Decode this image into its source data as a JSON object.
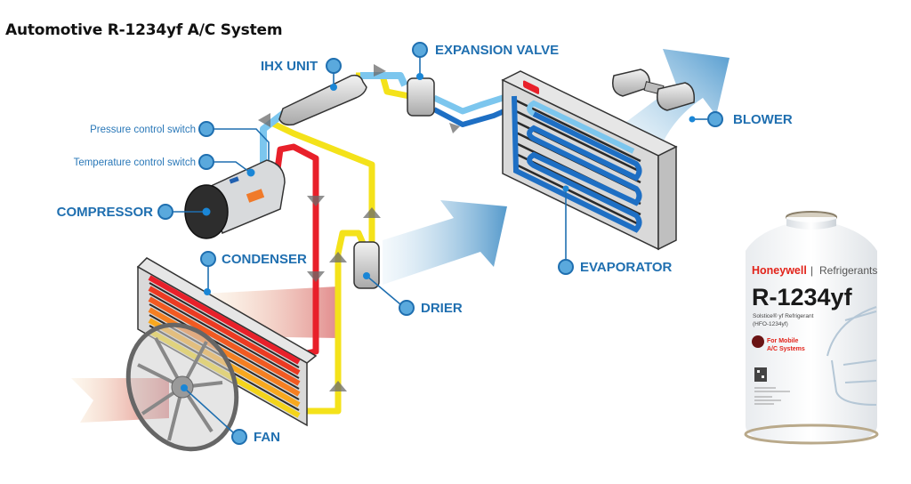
{
  "title": "Automotive R-1234yf A/C System",
  "components": {
    "ihx_unit": "IHX UNIT",
    "expansion_valve": "EXPANSION VALVE",
    "blower": "BLOWER",
    "pressure_switch": "Pressure control switch",
    "temperature_switch": "Temperature control switch",
    "compressor": "COMPRESSOR",
    "condenser": "CONDENSER",
    "drier": "DRIER",
    "evaporator": "EVAPORATOR",
    "fan": "FAN"
  },
  "can": {
    "brand": "Honeywell",
    "separator": "|",
    "category": "Refrigerants",
    "product": "R-1234yf",
    "subtitle_line1": "Solstice® yf Refrigerant",
    "subtitle_line2": "(HFO-1234yf)",
    "badge_line1": "For Mobile",
    "badge_line2": "A/C Systems"
  },
  "colors": {
    "label_blue": "#1f6fb0",
    "hot_line": "#e8202a",
    "liquid_line": "#f4e21a",
    "cold_line": "#7cc6ee",
    "cold_dark": "#1e6fc4",
    "brand_red": "#e2231a"
  }
}
